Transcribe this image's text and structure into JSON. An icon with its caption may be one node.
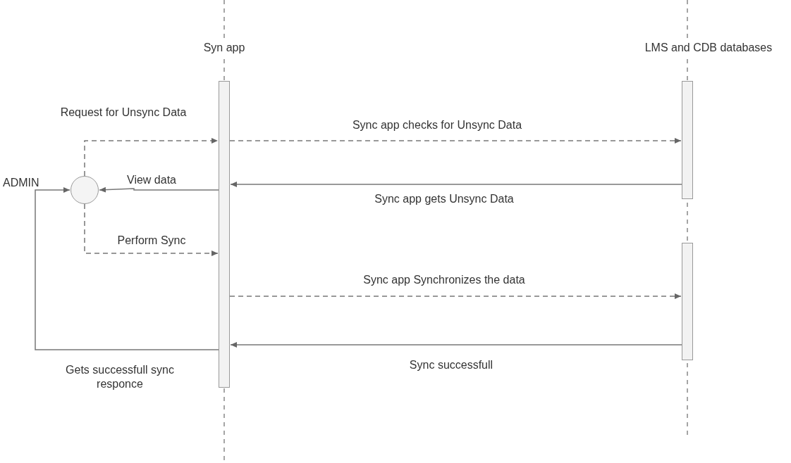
{
  "diagram": {
    "nodes": [
      {
        "text": [],
        "shape": "circle",
        "beside": [
          "ADMIN"
        ]
      },
      {
        "text": [
          "Syn app"
        ]
      },
      {
        "text": [
          "LMS and CDB databases"
        ]
      },
      {
        "text": [],
        "shape": "bar"
      }
    ],
    "edges": [
      {
        "from": 0,
        "to": 1,
        "arrow": "to",
        "label": "Request for Unsync Data",
        "style": "dashed"
      },
      {
        "from": 1,
        "to": 0,
        "arrow": "to",
        "label": "View data"
      },
      {
        "from": 0,
        "to": 1,
        "arrow": "to",
        "label": "Perform Sync",
        "style": "dashed"
      },
      {
        "from": 1,
        "to": 2,
        "arrow": "to",
        "label": "Sync app checks for Unsync Data",
        "style": "dashed"
      },
      {
        "from": 2,
        "to": 1,
        "arrow": "to",
        "label": "Sync app gets Unsync Data"
      },
      {
        "from": 1,
        "to": 3,
        "arrow": "to",
        "label": "Sync app Synchronizes the data",
        "style": "dashed"
      },
      {
        "from": 3,
        "to": 1,
        "arrow": "to",
        "label": "Sync successfull"
      },
      {
        "from": 1,
        "to": 0,
        "arrow": "to",
        "label": "Gets successfull sync responce"
      }
    ]
  }
}
